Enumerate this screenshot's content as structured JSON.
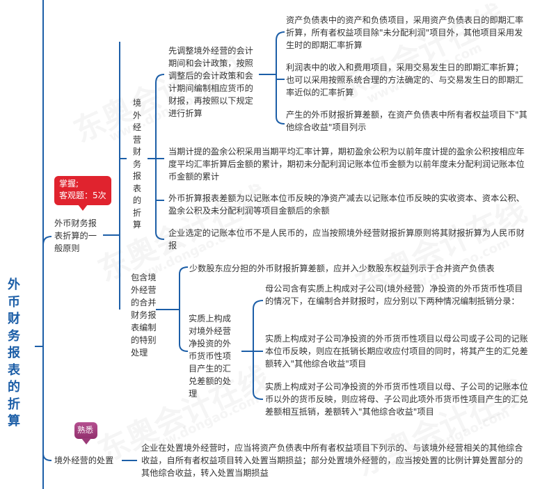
{
  "root": {
    "title": "外币财务报表的折算"
  },
  "colors": {
    "line": "#1c5ea7",
    "root_text": "#1c5ea7",
    "text": "#333333",
    "badge_master": "#e0232e",
    "badge_familiar": "#9b3a78"
  },
  "watermark": {
    "brand": "东奥会计在线",
    "url": "www.dongao.com"
  },
  "branch1": {
    "label": "外币财务报表折算的一般原则",
    "badge": {
      "line1": "掌握;",
      "line2": "客观题：5次"
    },
    "sub_overseas": {
      "label": "境外经营财务报表的折算",
      "step": {
        "label": "先调整境外经营的会计期间和会计政策，按照调整后的会计政策和会计期间编制相应货币的财报，再按照以下规定进行折算",
        "items": [
          "资产负债表中的资产和负债项目，采用资产负债表日的即期汇率折算，所有者权益项目除\"未分配利润\"项目外，其他项目采用发生时的即期汇率折算",
          "利润表中的收入和费用项目，采用交易发生日的即期汇率折算；也可以采用按照系统合理的方法确定的、与交易发生日的即期汇率近似的汇率折算",
          "产生的外币财报折算差额，在资产负债表中所有者权益项目下\"其他综合收益\"项目列示"
        ]
      },
      "surplus": "当期计提的盈余公积采用当期平均汇率计算，期初盈余公积为以前年度计提的盈余公积按相应年度平均汇率折算后金额的累计，期初未分配利润记账本位币金额为以前年度未分配利润记账本位币金额的累计",
      "difference": "外币折算报表差额为以记账本位币反映的净资产减去以记账本位币反映的实收资本、资本公积、盈余公积及未分配利润等项目金额后的余额",
      "non_rmb": "企业选定的记账本位币不是人民币的，应当按照境外经营财报折算原则将其财报折算为人民币财报"
    },
    "sub_consolidated": {
      "label": "包含境外经营的合并财务报表编制的特别处理",
      "minority": "少数股东应分担的外币财报折算差额，应并入少数股东权益列示于合并资产负债表",
      "monetary": {
        "label": "实质上构成对境外经营净投资的外币货币性项目产生的汇兑差额的处理",
        "items": [
          "母公司含有实质上构成对子公司(境外经营）净投资的外币货币性项目的情况下，在编制合并财报时，应分别以下两种情况编制抵销分录：",
          "实质上构成对子公司净投资的外币货币性项目以母公司或子公司的记账本位币反映，则应在抵销长期应收应付项目的同时，将其产生的汇兑差额转入\"其他综合收益\"项目",
          "实质上构成对子公司净投资的外币货币性项目以母、子公司的记账本位币以外的货币反映，则应将母、子公司此项外币货币性项目产生的汇兑差额相互抵销，差额转入\"其他综合收益\"项目"
        ]
      }
    }
  },
  "branch2": {
    "label": "境外经营的处置",
    "badge": "熟悉",
    "detail": "企业在处置境外经营时，应当将资产负债表中所有者权益项目下列示的、与该境外经营相关的其他综合收益，自所有者权益项目转入处置当期损益；部分处置境外经营的，应当按处置的比例计算处置部分的其他综合收益，转入处置当期损益"
  }
}
